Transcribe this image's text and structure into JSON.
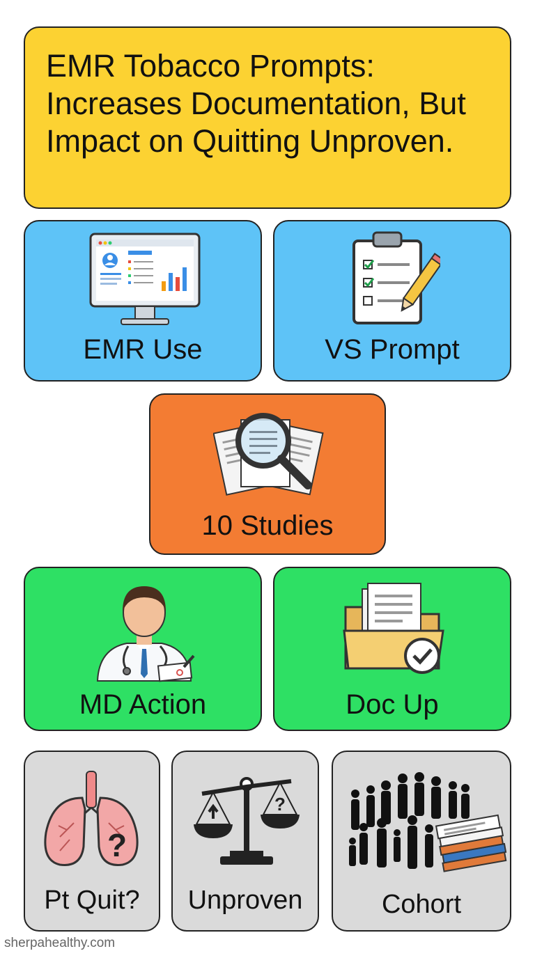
{
  "title": "EMR Tobacco Prompts: Increases Documentation, But Impact on Quitting Unproven.",
  "cards": {
    "emr_use": {
      "label": "EMR Use",
      "icon": "computer-monitor-icon"
    },
    "vs_prompt": {
      "label": "VS Prompt",
      "icon": "clipboard-checklist-icon"
    },
    "studies": {
      "label": "10 Studies",
      "icon": "magnifying-glass-documents-icon"
    },
    "md_action": {
      "label": "MD Action",
      "icon": "doctor-icon"
    },
    "doc_up": {
      "label": "Doc Up",
      "icon": "folder-check-icon"
    },
    "pt_quit": {
      "label": "Pt Quit?",
      "icon": "lungs-question-icon"
    },
    "unproven": {
      "label": "Unproven",
      "icon": "balance-scale-icon"
    },
    "cohort": {
      "label": "Cohort",
      "icon": "people-crowd-icon"
    }
  },
  "watermark": "sherpahealthy.com",
  "colors": {
    "title_bg": "#fcd232",
    "blue": "#5ec3f7",
    "orange": "#f37c33",
    "green": "#2ee064",
    "gray": "#dadada"
  }
}
